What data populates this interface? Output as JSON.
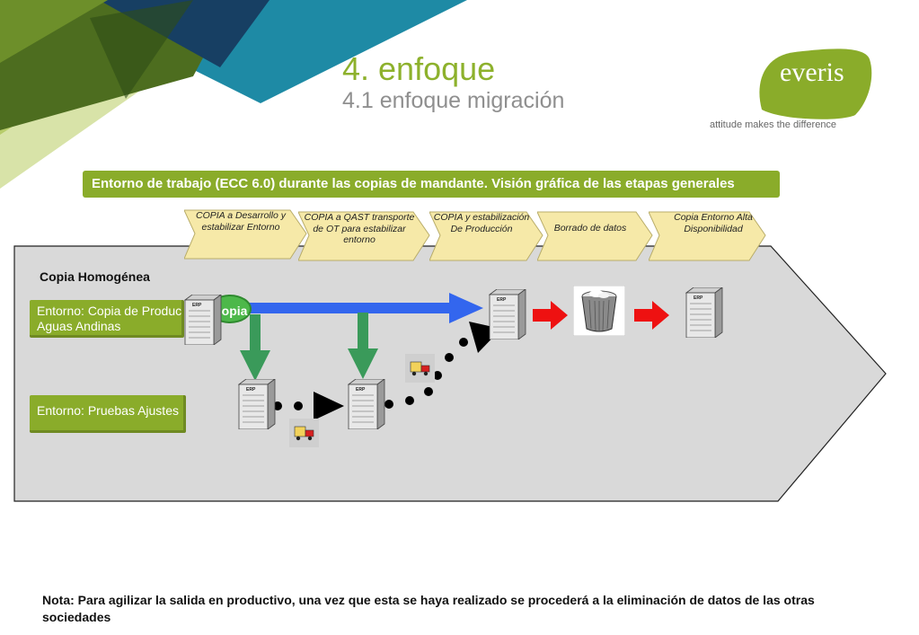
{
  "header": {
    "title": "4. enfoque",
    "subtitle": "4.1 enfoque migración",
    "logo_text": "everis",
    "tagline": "attitude makes the difference"
  },
  "banner": "Entorno de trabajo (ECC 6.0) durante las copias de mandante. Visión gráfica de las etapas generales",
  "steps": [
    "COPIA a Desarrollo y estabilizar Entorno",
    "COPIA a QAST transporte de OT para estabilizar entorno",
    "COPIA y estabilización De Producción",
    "Borrado de datos",
    "Copia Entorno Alta Disponibilidad"
  ],
  "section_label": "Copia Homogénea",
  "environments": {
    "production": "Entorno: Copia de Producción Aguas Andinas",
    "test": "Entorno: Pruebas Ajustes"
  },
  "copy_badge": "Copia",
  "server_label": "ERP",
  "note": "Nota: Para agilizar la salida en productivo, una vez que esta se haya realizado se procederá a la eliminación de datos de las otras sociedades",
  "colors": {
    "brand_green": "#8aac2a",
    "arrow_blue": "#3366ee",
    "arrow_green": "#3a9a5a",
    "arrow_red": "#ee1111",
    "step_fill": "#f6e9a8",
    "panel_gray": "#d9d9d9"
  },
  "icons": [
    "server-icon",
    "truck-icon",
    "trash-bin-icon",
    "red-arrow-icon",
    "blue-arrow-icon",
    "green-down-arrow-icon"
  ]
}
